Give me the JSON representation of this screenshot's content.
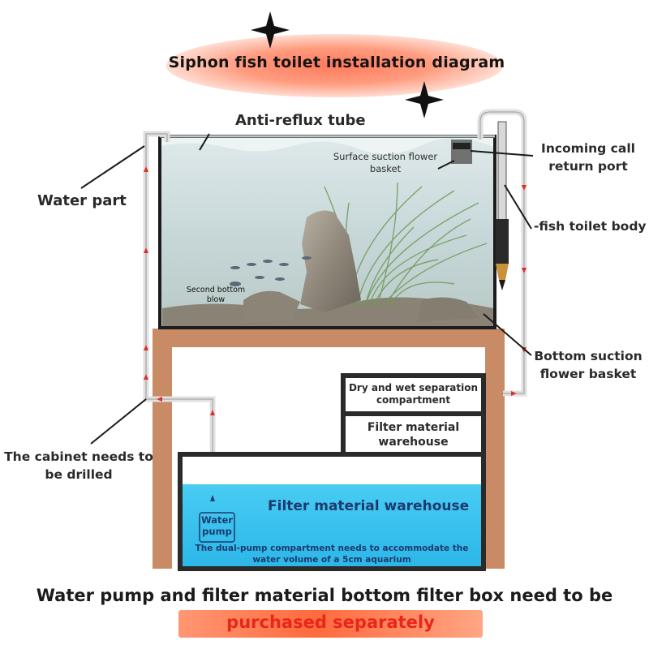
{
  "title": "Siphon fish toilet installation diagram",
  "labels": {
    "anti_reflux_tube": "Anti-reflux tube",
    "water_part": "Water part",
    "surface_suction_basket": "Surface suction flower basket",
    "incoming_return_port": "Incoming call return port",
    "fish_toilet_body": "-fish toilet body",
    "second_bottom_blow": "Second bottom blow",
    "bottom_suction_basket": "Bottom suction flower basket",
    "cabinet_drilled": "The cabinet needs to be drilled",
    "dry_wet_compartment": "Dry and wet separation compartment",
    "filter_warehouse_upper": "Filter material warehouse",
    "filter_warehouse_main": "Filter material warehouse",
    "water_pump": "Water pump",
    "dual_pump_note": "The dual-pump compartment needs to accommodate the water volume of a 5cm aquarium"
  },
  "footer": {
    "line1": "Water pump and filter material bottom filter box need to be",
    "line2": "purchased separately"
  },
  "colors": {
    "cabinet": "#c98a66",
    "sump_water": "#38c4ef",
    "title_glow": "#ff7a5c",
    "footer_highlight": "#ff6a3d",
    "footer_accent_text": "#e8261c",
    "pipe_arrow": "#d8302a",
    "sump_text": "#1d3a6e"
  }
}
